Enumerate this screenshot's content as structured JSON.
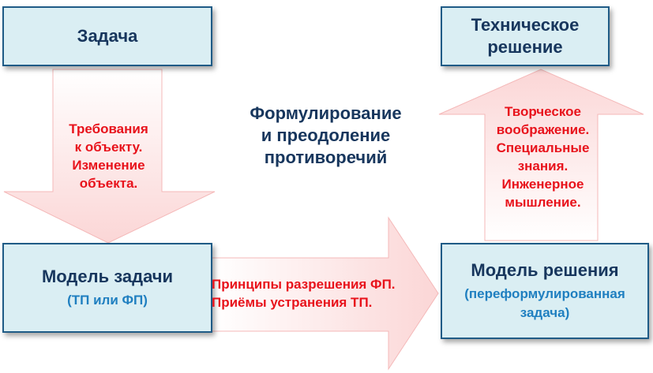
{
  "boxes": {
    "task": {
      "title": "Задача"
    },
    "tech_solution": {
      "title": "Техническое\nрешение"
    },
    "task_model": {
      "title": "Модель задачи",
      "sub": "(ТП или ФП)"
    },
    "solution_model": {
      "title": "Модель решения",
      "sub": "(переформулированная\nзадача)"
    }
  },
  "texts": {
    "center": "Формулирование\nи преодоление\nпротиворечий",
    "down_arrow": "Требования\nк объекту.\nИзменение\nобъекта.",
    "up_arrow": "Творческое\nвоображение.\nСпециальные\nзнания.\nИнженерное\nмышление.",
    "right_arrow": "Принципы разрешения ФП.\nПриёмы устранения ТП."
  },
  "colors": {
    "box_fill": "#daeef3",
    "box_border": "#1f5b86",
    "arrow_fill": "#fde4e4",
    "arrow_stroke": "#f4b8b8",
    "red_text": "#e8121b",
    "navy_text": "#17365d",
    "blue_text": "#1f7fc0"
  }
}
